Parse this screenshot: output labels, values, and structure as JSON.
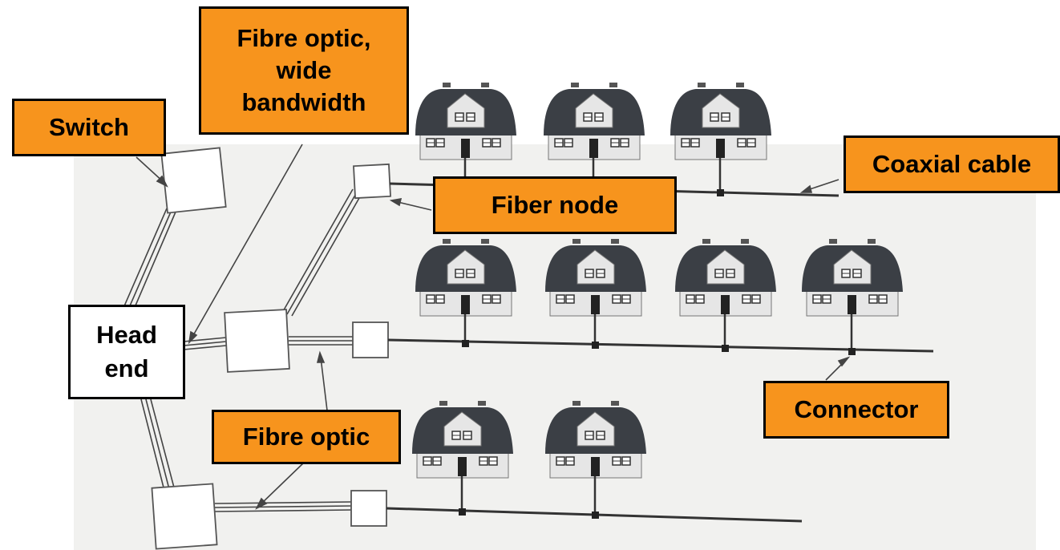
{
  "labels": {
    "switch": "Switch",
    "fibre_wide": [
      "Fibre optic,",
      "wide",
      "bandwidth"
    ],
    "coaxial_cable": "Coaxial cable",
    "fiber_node": "Fiber node",
    "head_end": [
      "Head",
      "end"
    ],
    "connector": "Connector",
    "fibre_optic": "Fibre optic"
  },
  "colors": {
    "callout_fill": "#f7941d",
    "house_roof": "#3b3f45",
    "house_wall": "#e6e6e6",
    "background_paper": "#f1f1ef"
  },
  "houses_per_row": [
    3,
    4,
    2
  ]
}
